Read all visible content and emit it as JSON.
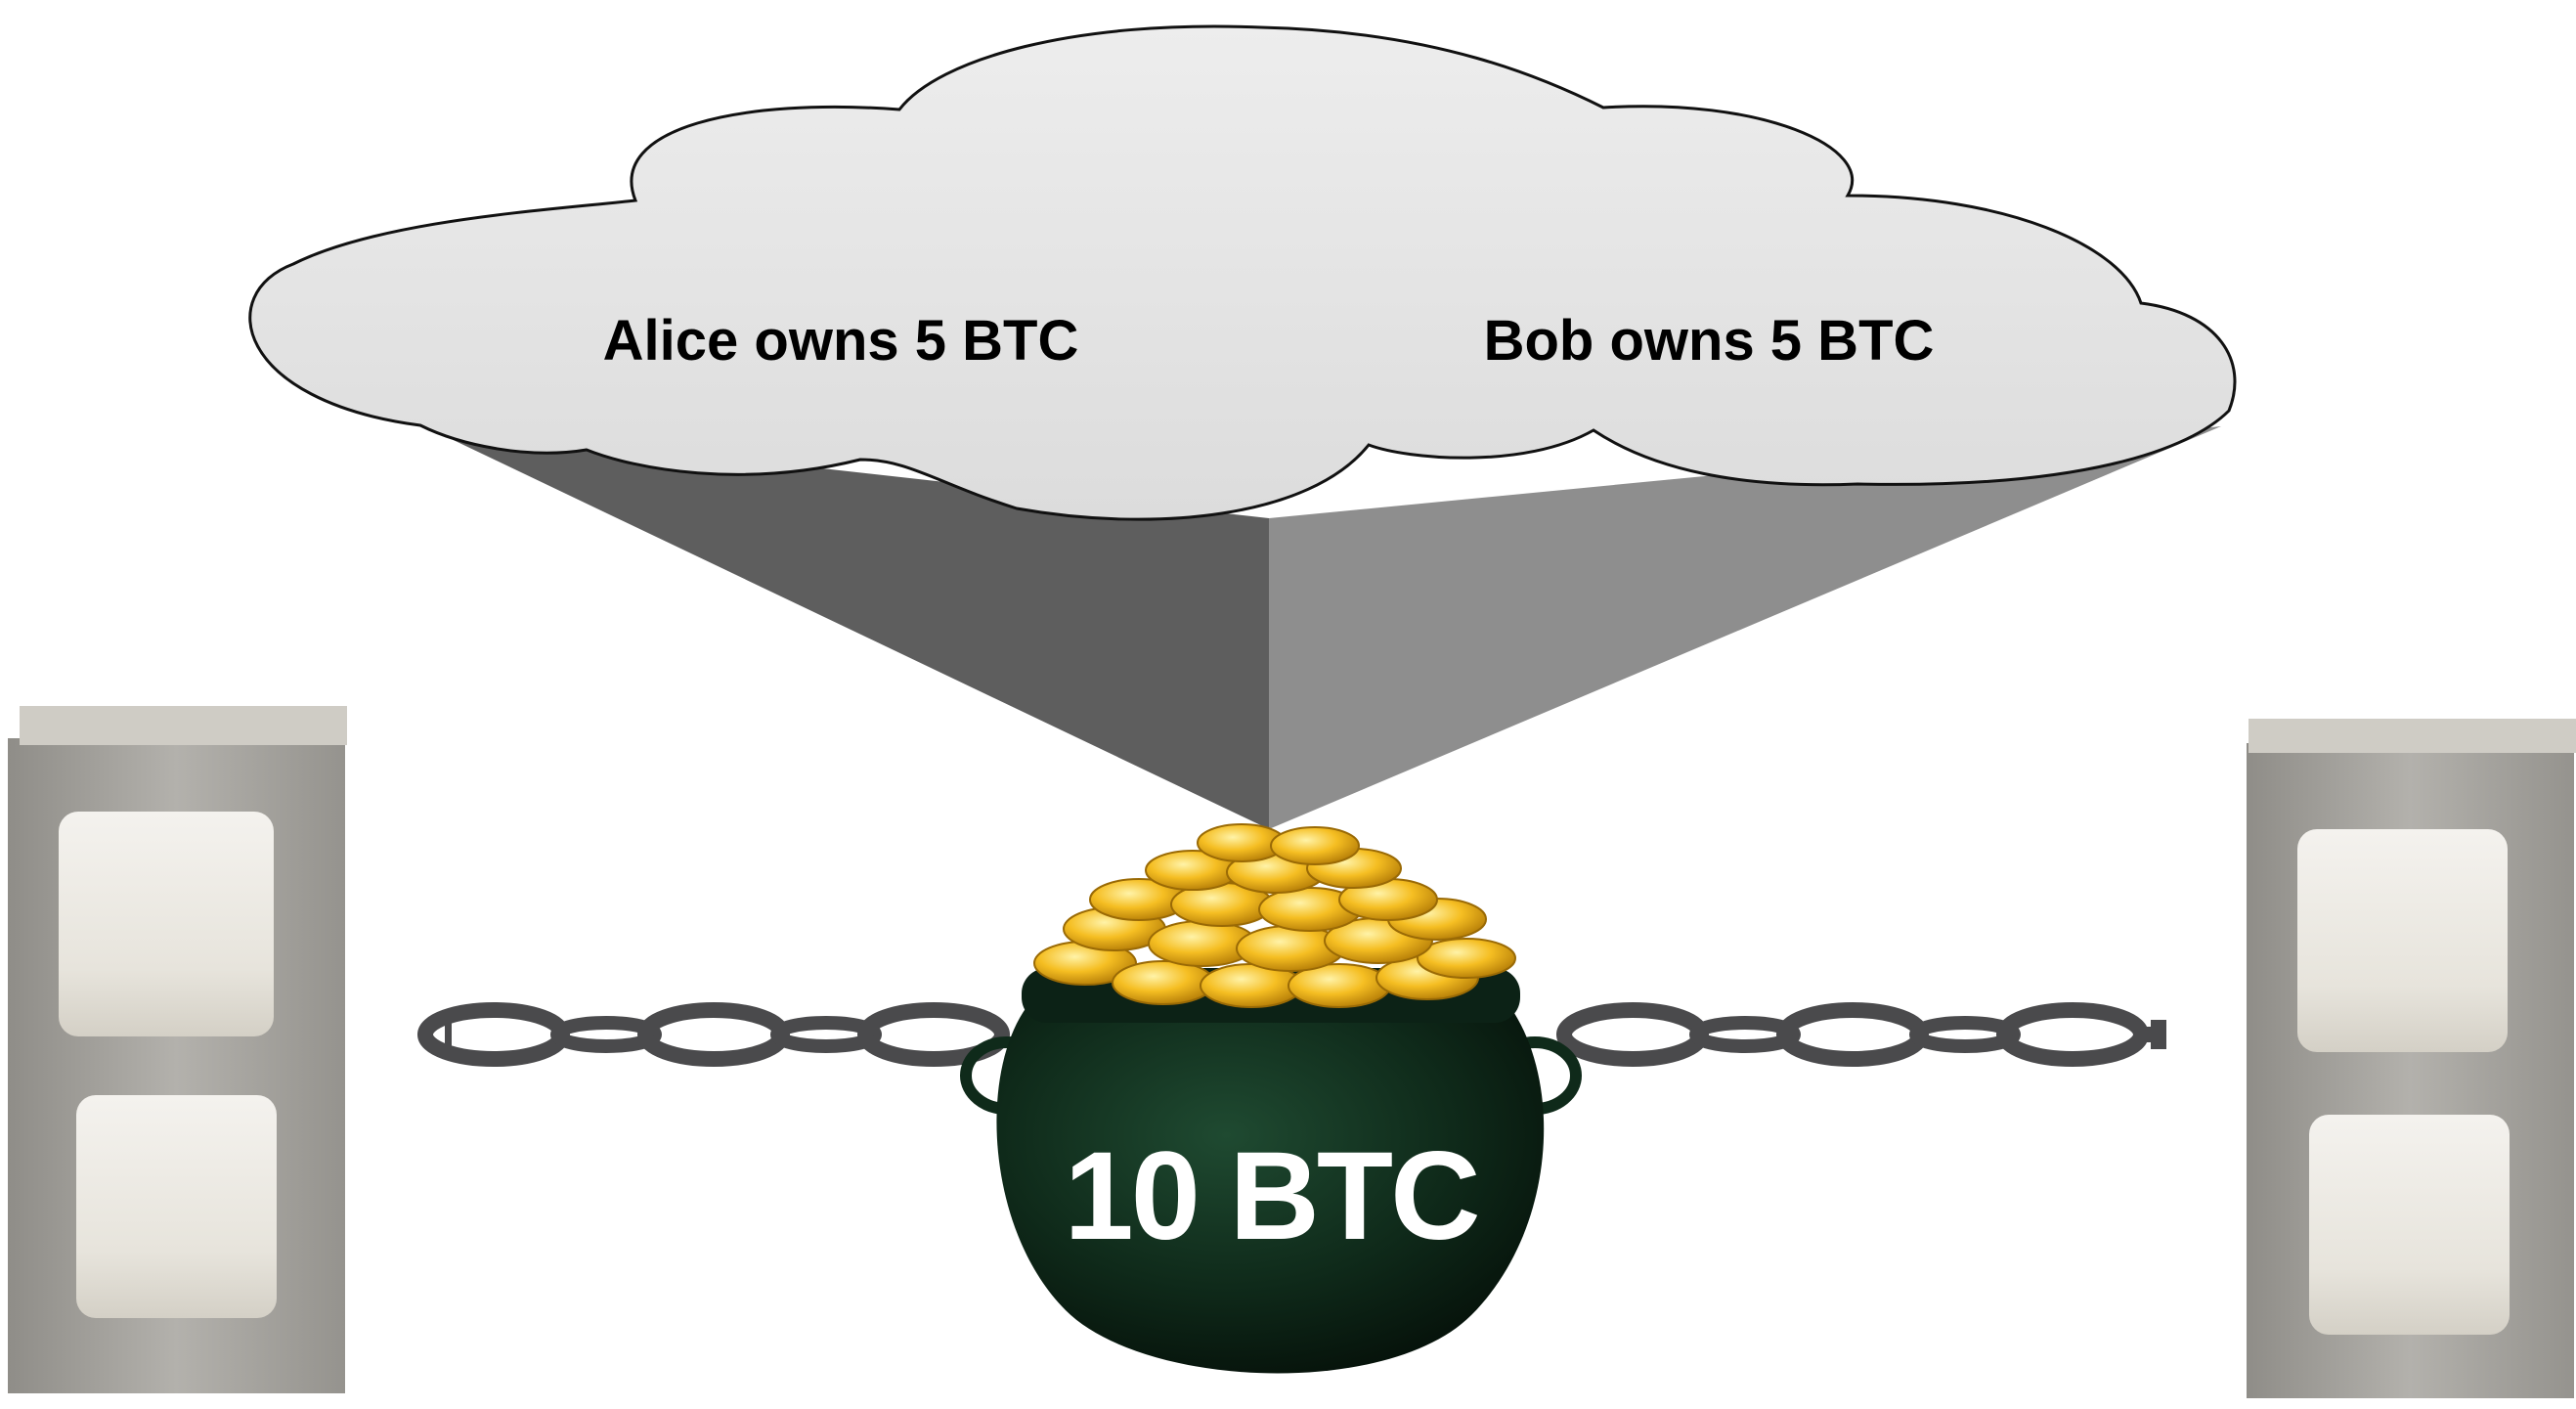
{
  "cloud": {
    "alice_label": "Alice owns 5 BTC",
    "bob_label": "Bob owns 5 BTC"
  },
  "pot": {
    "label": "10 BTC"
  },
  "colors": {
    "cloud_fill": "#e6e6e6",
    "cloud_outline": "#111111",
    "beam_left": "#5e5e5e",
    "beam_right": "#8e8e8e",
    "pot": "#0f2a1a",
    "gold": "#f2b318",
    "chain": "#4a4a4c",
    "block": "#a8a6a1"
  }
}
